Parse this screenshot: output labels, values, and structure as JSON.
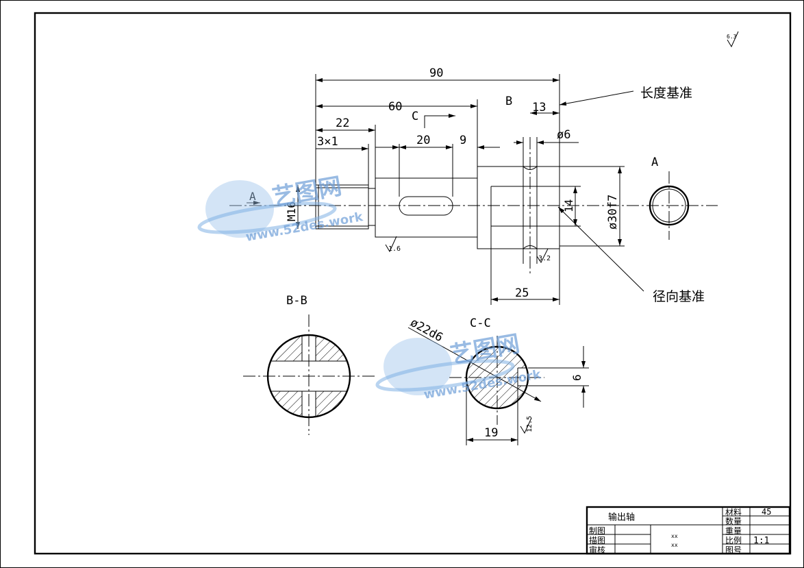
{
  "dims": {
    "d90": "90",
    "d60": "60",
    "d22": "22",
    "d3x1": "3×1",
    "d20": "20",
    "d9": "9",
    "d13": "13",
    "d6": "ø6",
    "dM16": "M16",
    "d14": "14",
    "d30": "ø30f7",
    "d25": "25",
    "d22d6": "ø22d6",
    "d19": "19",
    "d6b": "6"
  },
  "labels": {
    "B": "B",
    "C": "C",
    "A_left": "A",
    "A_view": "A",
    "length_datum": "长度基准",
    "radial_datum": "径向基准",
    "section_bb": "B-B",
    "section_cc": "C-C"
  },
  "roughness": {
    "r63": "6.3",
    "r16": "1.6",
    "r32": "3.2",
    "r125": "12.5"
  },
  "watermark": {
    "cn": "艺图网",
    "url": "www.52des.work"
  },
  "titleblock": {
    "part_name": "输出轴",
    "material_label": "材料",
    "material_value": "45",
    "quantity_label": "数量",
    "weight_label": "重量",
    "scale_label": "比例",
    "scale_value": "1:1",
    "drawing_no_label": "图号",
    "drawn_label": "制图",
    "traced_label": "描图",
    "checked_label": "审核",
    "xx1": "xx",
    "xx2": "xx"
  }
}
